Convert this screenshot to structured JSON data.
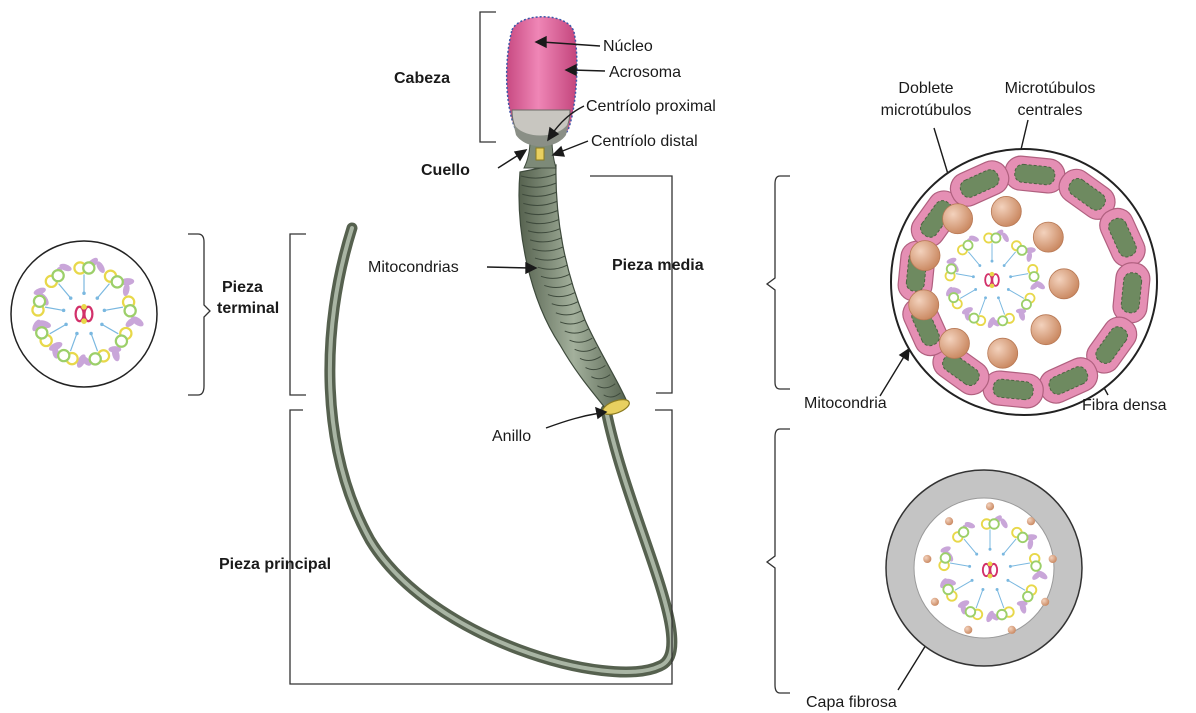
{
  "labels": {
    "nucleo": "Núcleo",
    "acrosoma": "Acrosoma",
    "centriolo_proximal": "Centríolo proximal",
    "centriolo_distal": "Centríolo  distal",
    "cabeza": "Cabeza",
    "cuello": "Cuello",
    "mitocondrias": "Mitocondrias",
    "pieza_media": "Pieza media",
    "pieza_terminal_1": "Pieza",
    "pieza_terminal_2": "terminal",
    "pieza_principal": "Pieza principal",
    "anillo": "Anillo",
    "doblete_1": "Doblete",
    "doblete_2": "microtúbulos",
    "microtubulos_1": "Microtúbulos",
    "microtubulos_2": "centrales",
    "mitocondria": "Mitocondria",
    "fibra_densa": "Fibra densa",
    "capa_fibrosa": "Capa fibrosa"
  },
  "colors": {
    "head_pink": "#e0609a",
    "tail_green": "#7d8c7a",
    "tail_dark": "#4f5d4e",
    "mito_pink": "#e58fb4",
    "mito_green": "#6e8a60",
    "dense_fiber": "#d9a07c",
    "fibrous_sheath": "#c4c4c4",
    "doublet_yellow": "#e8d84a",
    "doublet_green": "#9ccf6a",
    "dynein_purple": "#c9a6d9",
    "radial_blue": "#7ab8e0",
    "central_red": "#d2306a"
  }
}
